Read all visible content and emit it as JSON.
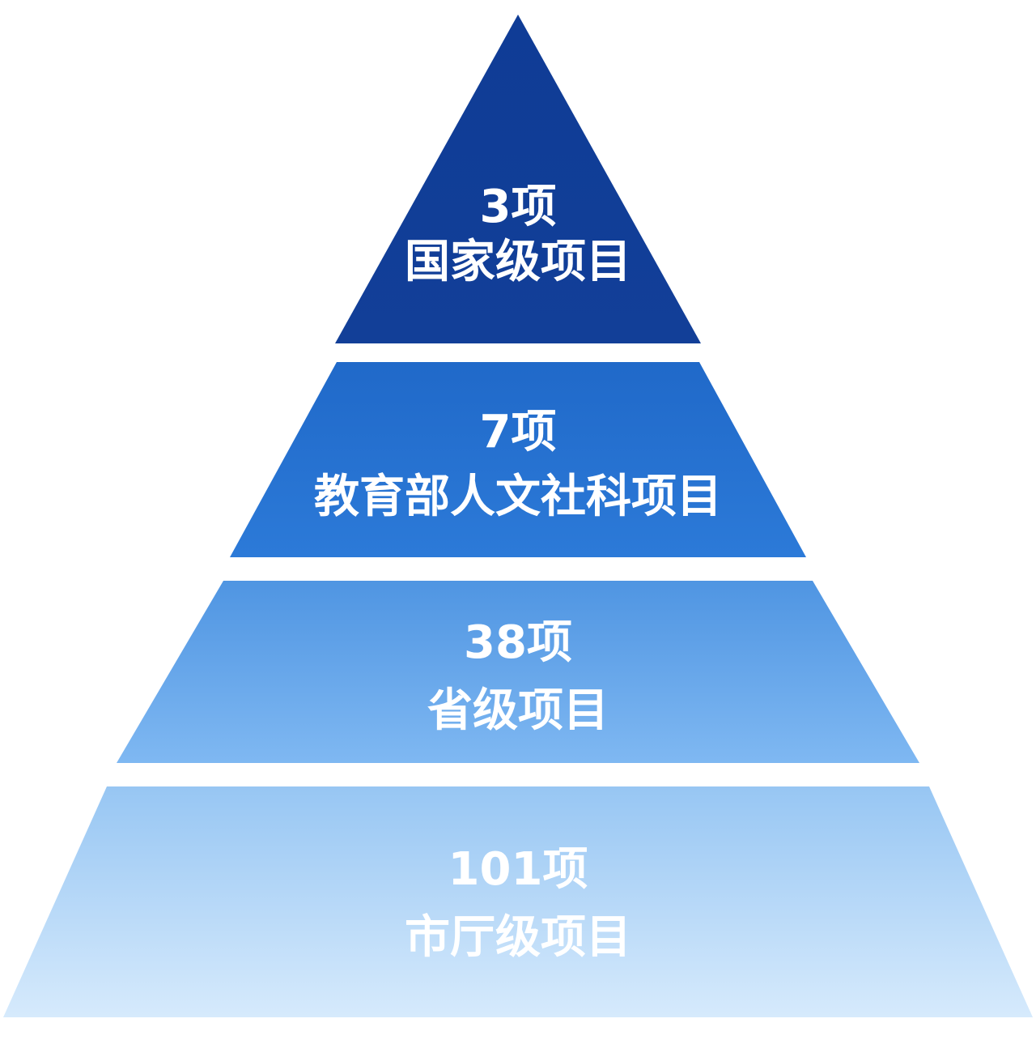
{
  "diagram": {
    "type": "pyramid",
    "levels": [
      {
        "count": "3项",
        "name": "国家级项目",
        "color_top": "#0f3c96",
        "color_bottom": "#123f98"
      },
      {
        "count": "7项",
        "name": "教育部人文社科项目",
        "color_top": "#2069c9",
        "color_bottom": "#2c7ad8"
      },
      {
        "count": "38项",
        "name": "省级项目",
        "color_top": "#4f95e2",
        "color_bottom": "#7fb8f2"
      },
      {
        "count": "101项",
        "name": "市厅级项目",
        "color_top": "#97c6f3",
        "color_bottom": "#d6eafc"
      }
    ]
  }
}
